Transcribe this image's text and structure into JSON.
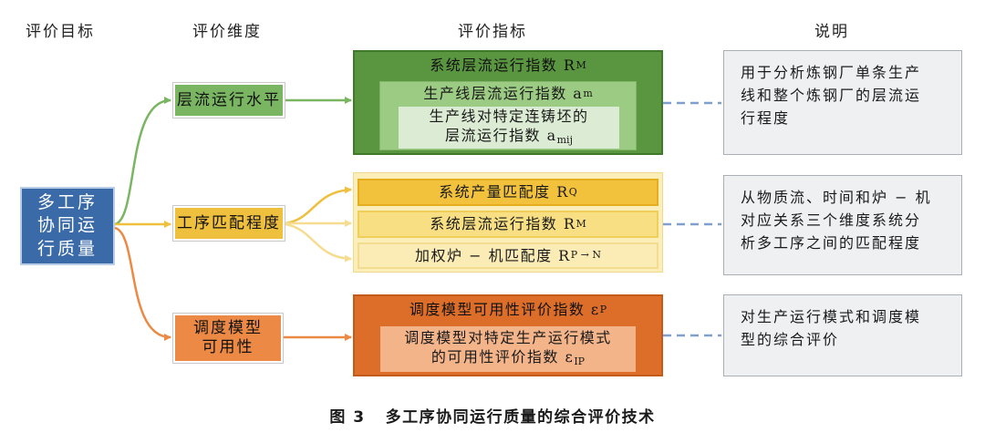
{
  "headers": {
    "goal": "评价目标",
    "dimension": "评价维度",
    "indicator": "评价指标",
    "note": "说明"
  },
  "goal": {
    "lines": [
      "多工序",
      "协同运",
      "行质量"
    ]
  },
  "dimensions": {
    "laminar": "层流运行水平",
    "matching": "工序匹配程度",
    "scheduling": [
      "调度模型",
      "可用性"
    ]
  },
  "indicators": {
    "laminar_outer": {
      "text": "系统层流运行指数 R",
      "sub": "M"
    },
    "laminar_middle": {
      "text": "生产线层流运行指数 a",
      "sub": "m"
    },
    "laminar_inner": {
      "line1": "生产线对特定连铸坯的",
      "line2": "层流运行指数 a",
      "sub": "mij"
    },
    "match_1": {
      "text": "系统产量匹配度 R",
      "sub": "Q"
    },
    "match_2": {
      "text": "系统层流运行指数 R",
      "sub": "M"
    },
    "match_3": {
      "text": "加权炉 − 机匹配度 R",
      "sub": "P → N"
    },
    "sched_outer": {
      "text": "调度模型可用性评价指数 ε",
      "sub": "P"
    },
    "sched_inner": {
      "line1": "调度模型对特定生产运行模式",
      "line2": "的可用性评价指数 ε",
      "sub": "IP"
    }
  },
  "notes": {
    "laminar": [
      "用于分析炼钢厂单条生产",
      "线和整个炼钢厂的层流运",
      "行程度"
    ],
    "matching": [
      "从物质流、时间和炉 − 机",
      "对应关系三个维度系统分",
      "析多工序之间的匹配程度"
    ],
    "scheduling": [
      "对生产运行模式和调度模",
      "型的综合评价"
    ]
  },
  "caption": {
    "number": "图 3",
    "title": "多工序协同运行质量的综合评价技术"
  },
  "colors": {
    "goal": "#3a6aa8",
    "green": "#7ab661",
    "yellow": "#efbf3e",
    "orange": "#ec8a45",
    "dashed": "#7f9fcf"
  }
}
